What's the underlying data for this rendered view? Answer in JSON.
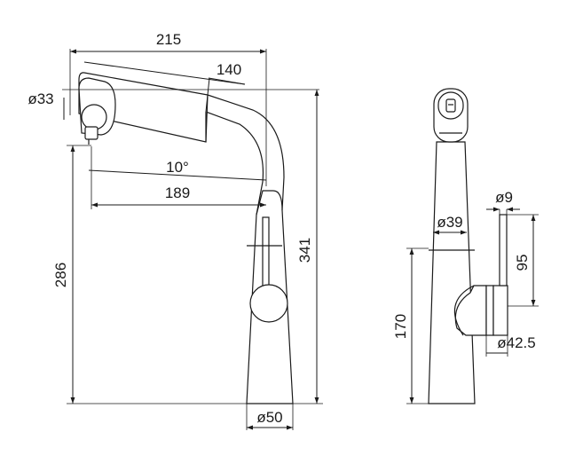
{
  "side_view": {
    "dims": {
      "overall_reach": "215",
      "handle_pull": "140",
      "spray_head_dia": "ø33",
      "angle": "10°",
      "spout_reach": "189",
      "spout_height": "286",
      "total_height": "341",
      "base_dia": "ø50"
    }
  },
  "front_view": {
    "dims": {
      "lever_dia": "ø9",
      "body_dia": "ø39",
      "lever_length": "95",
      "lever_base_height": "170",
      "lever_knob_dia": "ø42.5"
    }
  },
  "colors": {
    "line": "#1a1a1a",
    "background": "#ffffff"
  }
}
